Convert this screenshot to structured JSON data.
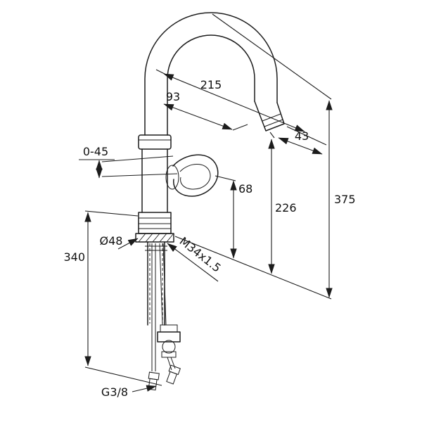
{
  "dimensions": {
    "spout_reach": "215",
    "aerator_offset": "93",
    "spout_end": "43",
    "handle_range": "0-45",
    "body_top_height": "68",
    "spout_underside_height": "226",
    "overall_height": "375",
    "mounting_length": "340",
    "base_diameter": "Ø48",
    "mounting_thread": "M34x1.5",
    "connection_thread": "G3/8"
  }
}
